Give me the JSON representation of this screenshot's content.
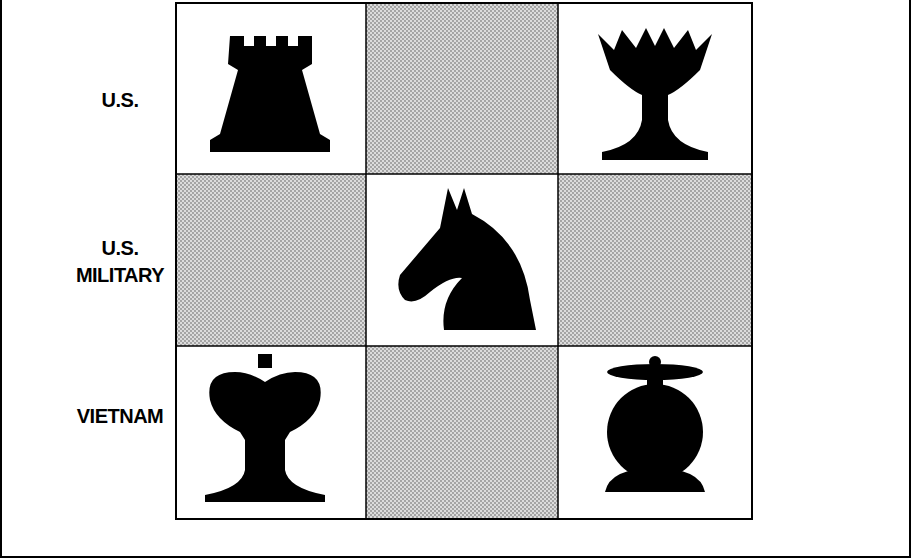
{
  "diagram": {
    "labels": [
      "U.S.",
      "U.S. MILITARY",
      "VIETNAM"
    ]
  }
}
